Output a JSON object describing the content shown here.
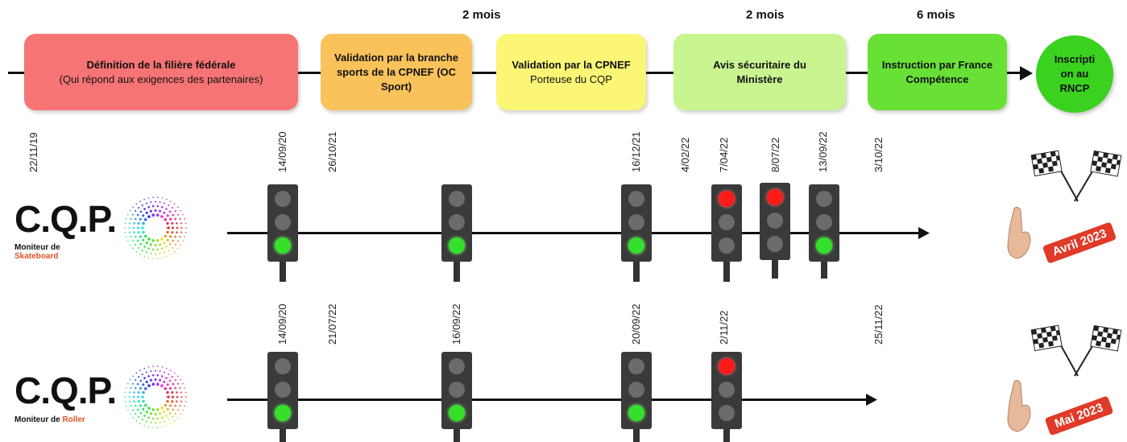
{
  "durations": [
    "2 mois",
    "2 mois",
    "6 mois"
  ],
  "steps": [
    {
      "title": "Définition de la filière fédérale",
      "subtitle": "(Qui répond aux exigences des partenaires)",
      "color": "#f77474"
    },
    {
      "title": "Validation par la branche sports de la CPNEF (OC Sport)",
      "subtitle": "",
      "color": "#f9c25a"
    },
    {
      "title": "Validation par la CPNEF",
      "subtitle": "Porteuse du CQP",
      "color": "#fbf675"
    },
    {
      "title": "Avis sécuritaire du Ministère",
      "subtitle": "",
      "color": "#c9f591"
    },
    {
      "title": "Instruction par France Compétence",
      "subtitle": "",
      "color": "#69e036"
    }
  ],
  "final_step": "Inscripti on au RNCP",
  "skateboard": {
    "logo": "C.Q.P.",
    "subtitle_prefix": "Moniteur de",
    "subtitle_highlight": "Skateboard",
    "dates": [
      "22/11/19",
      "14/09/20",
      "26/10/21",
      "16/12/21",
      "4/02/22",
      "7/04/22",
      "8/07/22",
      "13/09/22",
      "3/10/22"
    ],
    "lights": [
      "green",
      "green",
      "green",
      "red",
      "red",
      "green"
    ],
    "target": "Avril 2023"
  },
  "roller": {
    "logo": "C.Q.P.",
    "subtitle_prefix": "Moniteur de",
    "subtitle_highlight": "Roller",
    "dates": [
      "14/09/20",
      "21/07/22",
      "16/09/22",
      "20/09/22",
      "2/11/22",
      "25/11/22"
    ],
    "lights": [
      "green",
      "green",
      "green",
      "red"
    ],
    "target": "Mai 2023"
  },
  "icons": [
    "traffic-light-icon",
    "checkered-flags-icon",
    "crossed-fingers-icon"
  ]
}
